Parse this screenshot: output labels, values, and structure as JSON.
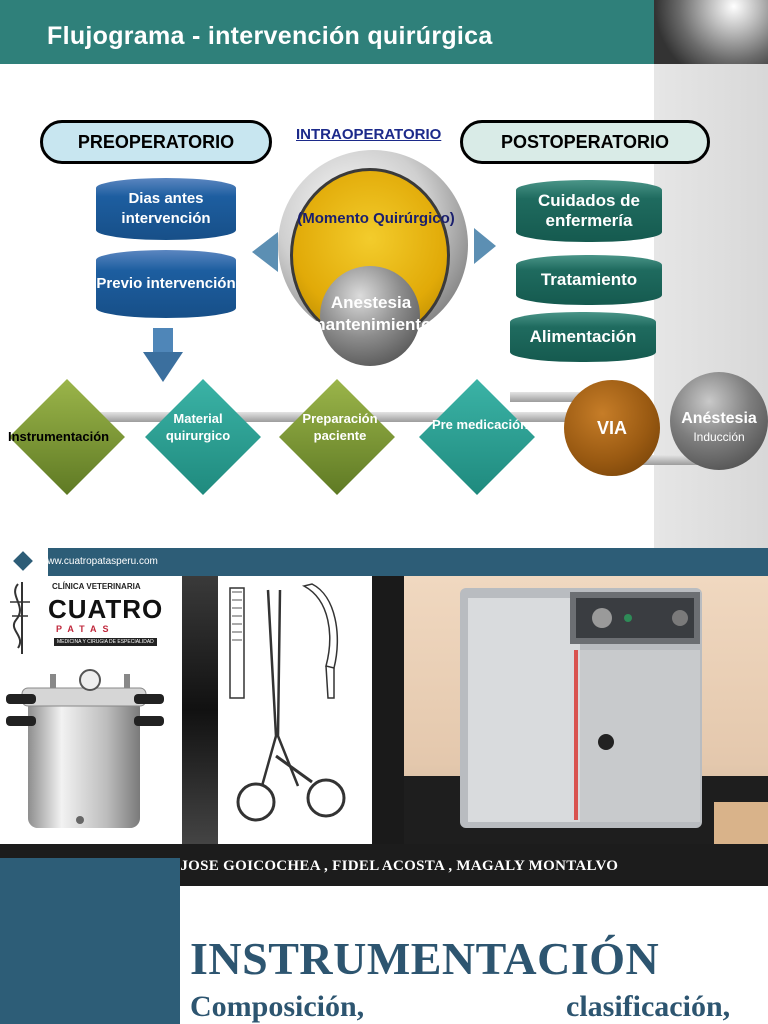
{
  "slide1": {
    "title": "Flujograma  - intervención quirúrgica",
    "phases": {
      "pre": "PREOPERATORIO",
      "intra": "INTRAOPERATORIO",
      "post": "POSTOPERATORIO"
    },
    "pre_items": [
      "Dias antes intervención",
      "Previo intervención"
    ],
    "intra": {
      "moment": "(Momento Quirúrgico)",
      "anesthesia": "Anestesia mantenimiento"
    },
    "post_items": [
      "Cuidados de enfermería",
      "Tratamiento",
      "Alimentación"
    ],
    "steps": [
      "Instrumentación",
      "Material quirurgico",
      "Preparación paciente",
      "Pre medicación"
    ],
    "via": "VIA",
    "anesthesia_induction": {
      "title": "Anéstesia",
      "subtitle": "Inducción"
    }
  },
  "slide2": {
    "url": "www.cuatropatasperu.com",
    "logo": {
      "line1": "CLÍNICA VETERINARIA",
      "brand": "CUATRO",
      "brand_sub": "PATAS",
      "tagline": "MEDICINA Y CIRUGIA DE ESPECIALIDAD"
    },
    "authors": "DR. JOSE GOICOCHEA , FIDEL ACOSTA , MAGALY MONTALVO",
    "title": "INSTRUMENTACIÓN",
    "subtitle_left": "Composición,",
    "subtitle_right": "clasificación,"
  },
  "colors": {
    "header_teal": "#2f807a",
    "slide2_blue": "#2d5d77",
    "title_text": "#2d5570"
  }
}
